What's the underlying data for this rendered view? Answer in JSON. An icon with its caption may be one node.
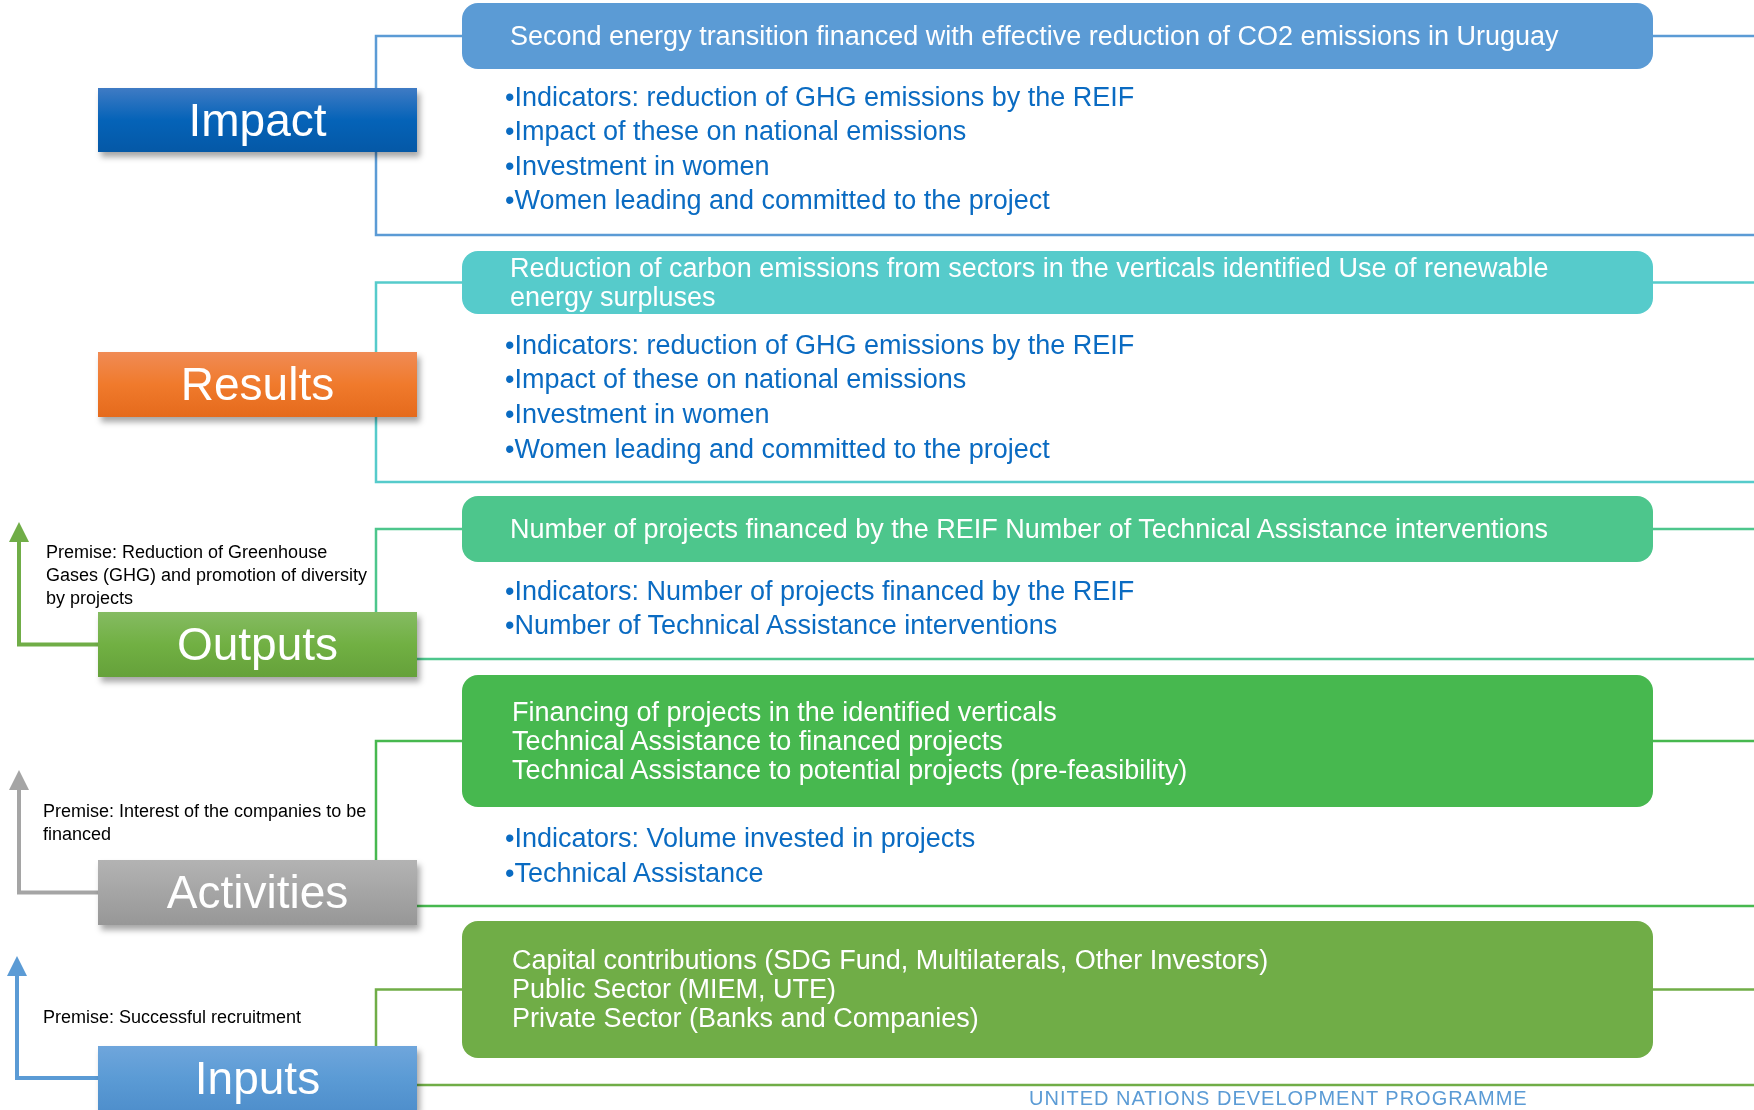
{
  "diagram": {
    "nodes": [
      {
        "text": [
          "Impact"
        ]
      },
      {
        "text": [
          "Second energy transition financed with effective reduction of CO2 emissions in Uruguay"
        ]
      },
      {
        "text": [
          "Results"
        ]
      },
      {
        "text": [
          "Reduction of carbon emissions from sectors in the verticals identified Use of renewable energy surpluses"
        ]
      },
      {
        "text": [
          "Outputs"
        ]
      },
      {
        "text": [
          "Number of projects financed by the REIF Number of Technical Assistance interventions"
        ]
      },
      {
        "text": [
          "Activities"
        ]
      },
      {
        "text": [
          "Financing of projects in the identified verticals",
          "Technical Assistance to financed projects",
          "Technical Assistance to potential projects (pre-feasibility)"
        ]
      },
      {
        "text": [
          "Inputs"
        ]
      },
      {
        "text": [
          "Capital contributions (SDG Fund, Multilaterals, Other Investors)",
          "Public Sector (MIEM, UTE)",
          "Private Sector (Banks and Companies)"
        ]
      }
    ],
    "edges": [
      {
        "from": 0,
        "to": 1,
        "arrow": "none",
        "color": "#5b9bd5"
      },
      {
        "from": 2,
        "to": 3,
        "arrow": "none",
        "color": "#56cbcb"
      },
      {
        "from": 4,
        "to": 5,
        "arrow": "none",
        "color": "#4dc68c"
      },
      {
        "from": 4,
        "to": null,
        "arrow": "to",
        "color": "#70ad47"
      },
      {
        "from": 6,
        "to": 7,
        "arrow": "none",
        "color": "#47b84f"
      },
      {
        "from": 6,
        "to": null,
        "arrow": "to",
        "color": "#a5a5a5"
      },
      {
        "from": 8,
        "to": 9,
        "arrow": "none",
        "color": "#70ad47"
      },
      {
        "from": 8,
        "to": null,
        "arrow": "to",
        "color": "#5b9bd5"
      }
    ],
    "labels": [
      "•Indicators: reduction of GHG emissions by the REIF",
      "•Impact of these on national emissions",
      "•Investment in women",
      "•Women leading and committed to the project",
      "•Indicators: reduction of GHG emissions by the REIF",
      "•Impact of these on national emissions",
      "•Investment in women",
      "•Women leading and committed to the project",
      "Premise: Reduction of Greenhouse Gases (GHG) and promotion of diversity by projects",
      "•Indicators: Number of projects financed by the REIF",
      "•Number of Technical Assistance interventions",
      "Premise: Interest of the companies to be financed",
      "•Indicators: Volume invested in projects",
      "•Technical Assistance",
      "Premise: Successful recruitment",
      "UNITED NATIONS DEVELOPMENT PROGRAMME"
    ]
  }
}
